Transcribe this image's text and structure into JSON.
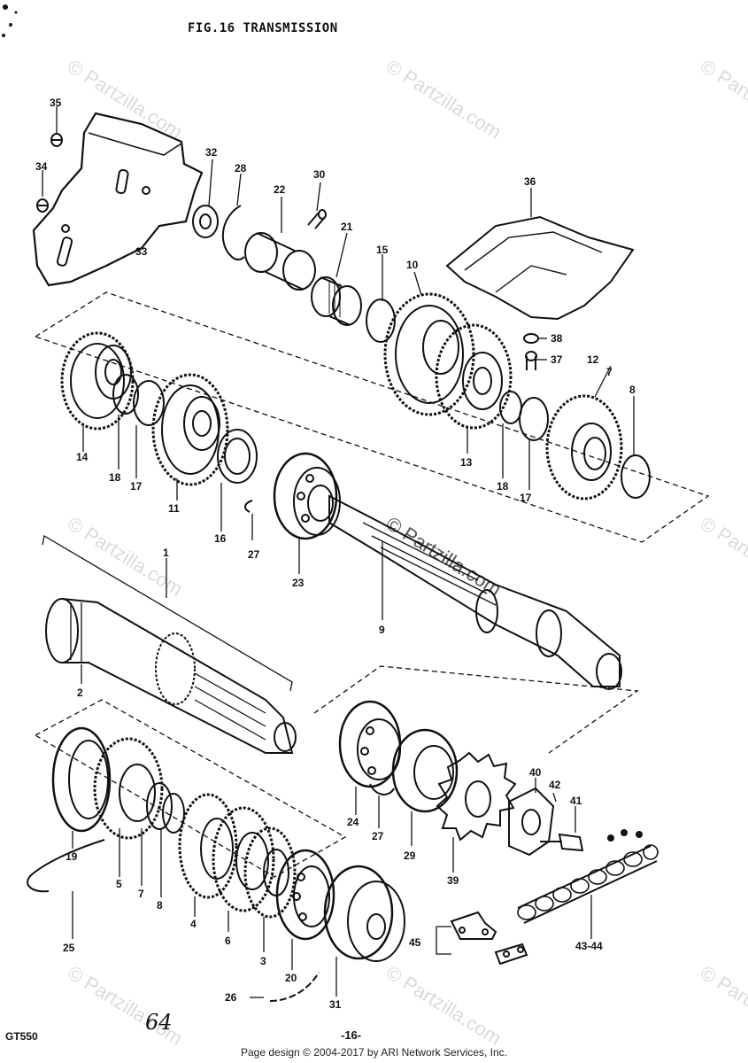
{
  "title": "FIG.16  TRANSMISSION",
  "model": "GT550",
  "page_number": "-16-",
  "handwritten_note": "64",
  "watermark": "© Partzilla.com",
  "footer": "Page design © 2004-2017 by ARI Network Services, Inc.",
  "part_labels": {
    "p1": "1",
    "p2": "2",
    "p3": "3",
    "p4": "4",
    "p5": "5",
    "p6": "6",
    "p7a": "7",
    "p7b": "7",
    "p8a": "8",
    "p8b": "8",
    "p9": "9",
    "p10": "10",
    "p11": "11",
    "p12": "12",
    "p13": "13",
    "p14": "14",
    "p15": "15",
    "p16": "16",
    "p17a": "17",
    "p17b": "17",
    "p18a": "18",
    "p18b": "18",
    "p19": "19",
    "p20": "20",
    "p21": "21",
    "p22": "22",
    "p23": "23",
    "p24": "24",
    "p25": "25",
    "p26": "26",
    "p27a": "27",
    "p27b": "27",
    "p28": "28",
    "p29": "29",
    "p30": "30",
    "p31": "31",
    "p32": "32",
    "p33": "33",
    "p34": "34",
    "p35": "35",
    "p36": "36",
    "p37": "37",
    "p38": "38",
    "p39": "39",
    "p40": "40",
    "p41": "41",
    "p42": "42",
    "p43_44": "43-44",
    "p45": "45"
  }
}
